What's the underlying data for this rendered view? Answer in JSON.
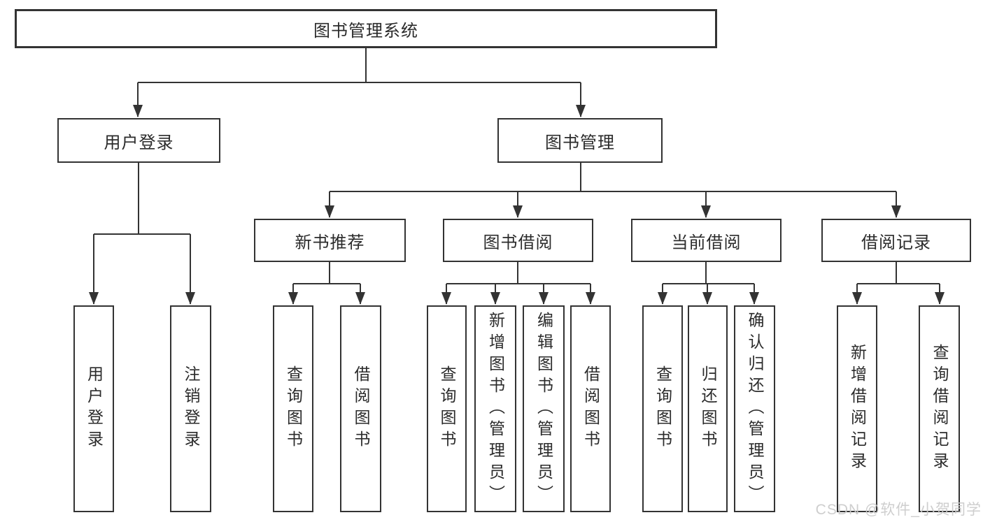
{
  "diagram": {
    "root": "图书管理系统",
    "level2": [
      "用户登录",
      "图书管理"
    ],
    "level3": [
      "新书推荐",
      "图书借阅",
      "当前借阅",
      "借阅记录"
    ],
    "leafGroups": {
      "userLogin": [
        "用户登录",
        "注销登录"
      ],
      "newBooks": [
        "查询图书",
        "借阅图书"
      ],
      "bookBorrow": [
        "查询图书",
        "新增图书（管理员）",
        "编辑图书（管理员）",
        "借阅图书"
      ],
      "currentBorrow": [
        "查询图书",
        "归还图书",
        "确认归还（管理员）"
      ],
      "borrowRecords": [
        "新增借阅记录",
        "查询借阅记录"
      ]
    },
    "colors": {
      "line": "#333333",
      "text": "#2b2b2b",
      "background": "#ffffff",
      "watermark": "#cbcbcb"
    }
  },
  "watermark": {
    "text": "CSDN @软件_小贺同学"
  }
}
